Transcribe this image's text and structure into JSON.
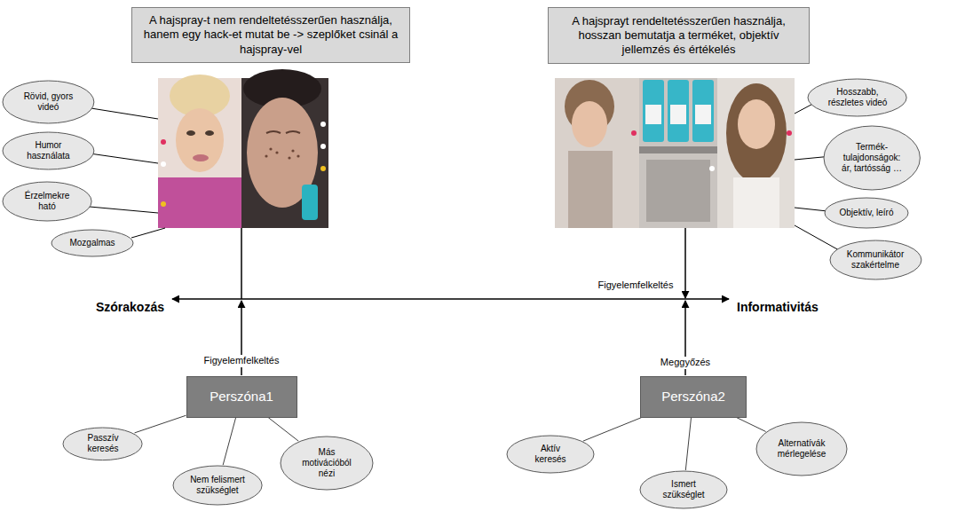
{
  "diagram": {
    "nodes": [
      {
        "text": [
          "A hajspray-t nem rendeltetésszerűen használja, hanem egy hack-et mutat be -> szeplőket csinál a hajspray-vel"
        ]
      },
      {
        "text": [
          "A hajsprayt rendeltetésszerűen használja, hosszan bemutatja a terméket, objektív jellemzés és értékelés"
        ]
      },
      {
        "text": [
          "Rövid, gyors videó"
        ]
      },
      {
        "text": [
          "Hosszabb, részletes videó"
        ]
      },
      {
        "text": [
          "Humor használata"
        ]
      },
      {
        "text": [
          "Termék- tulajdonságok: ár, tartósság …"
        ]
      },
      {
        "text": [
          "Érzelmekre ható"
        ]
      },
      {
        "text": [
          "Objektív, leíró"
        ]
      },
      {
        "text": [
          "Mozgalmas"
        ]
      },
      {
        "text": [
          "Kommunikátor szakértelme"
        ]
      },
      {
        "text": [
          "Perszóna1"
        ]
      },
      {
        "text": [
          "Perszóna2"
        ]
      },
      {
        "text": [
          "Passzív keresés"
        ]
      },
      {
        "text": [
          "Más motivációból nézi"
        ]
      },
      {
        "text": [
          "Alternatívák mérlegelése"
        ]
      },
      {
        "text": [
          "Aktív keresés"
        ]
      },
      {
        "text": [
          "Nem felismert szükséglet"
        ]
      },
      {
        "text": [
          "Ismert szükséglet"
        ]
      }
    ],
    "edges": [
      {
        "from": 10,
        "to": 12,
        "arrow": "none"
      },
      {
        "from": 10,
        "to": 16,
        "arrow": "none"
      },
      {
        "from": 10,
        "to": 13,
        "arrow": "none"
      },
      {
        "from": 11,
        "to": 15,
        "arrow": "none"
      },
      {
        "from": 11,
        "to": 17,
        "arrow": "none"
      },
      {
        "from": 11,
        "to": 14,
        "arrow": "none"
      }
    ],
    "labels": [
      "Figyelemfelkeltés",
      "Szórakozás",
      "Informativitás",
      "Figyelemfelkeltés",
      "Meggyőzés"
    ]
  }
}
